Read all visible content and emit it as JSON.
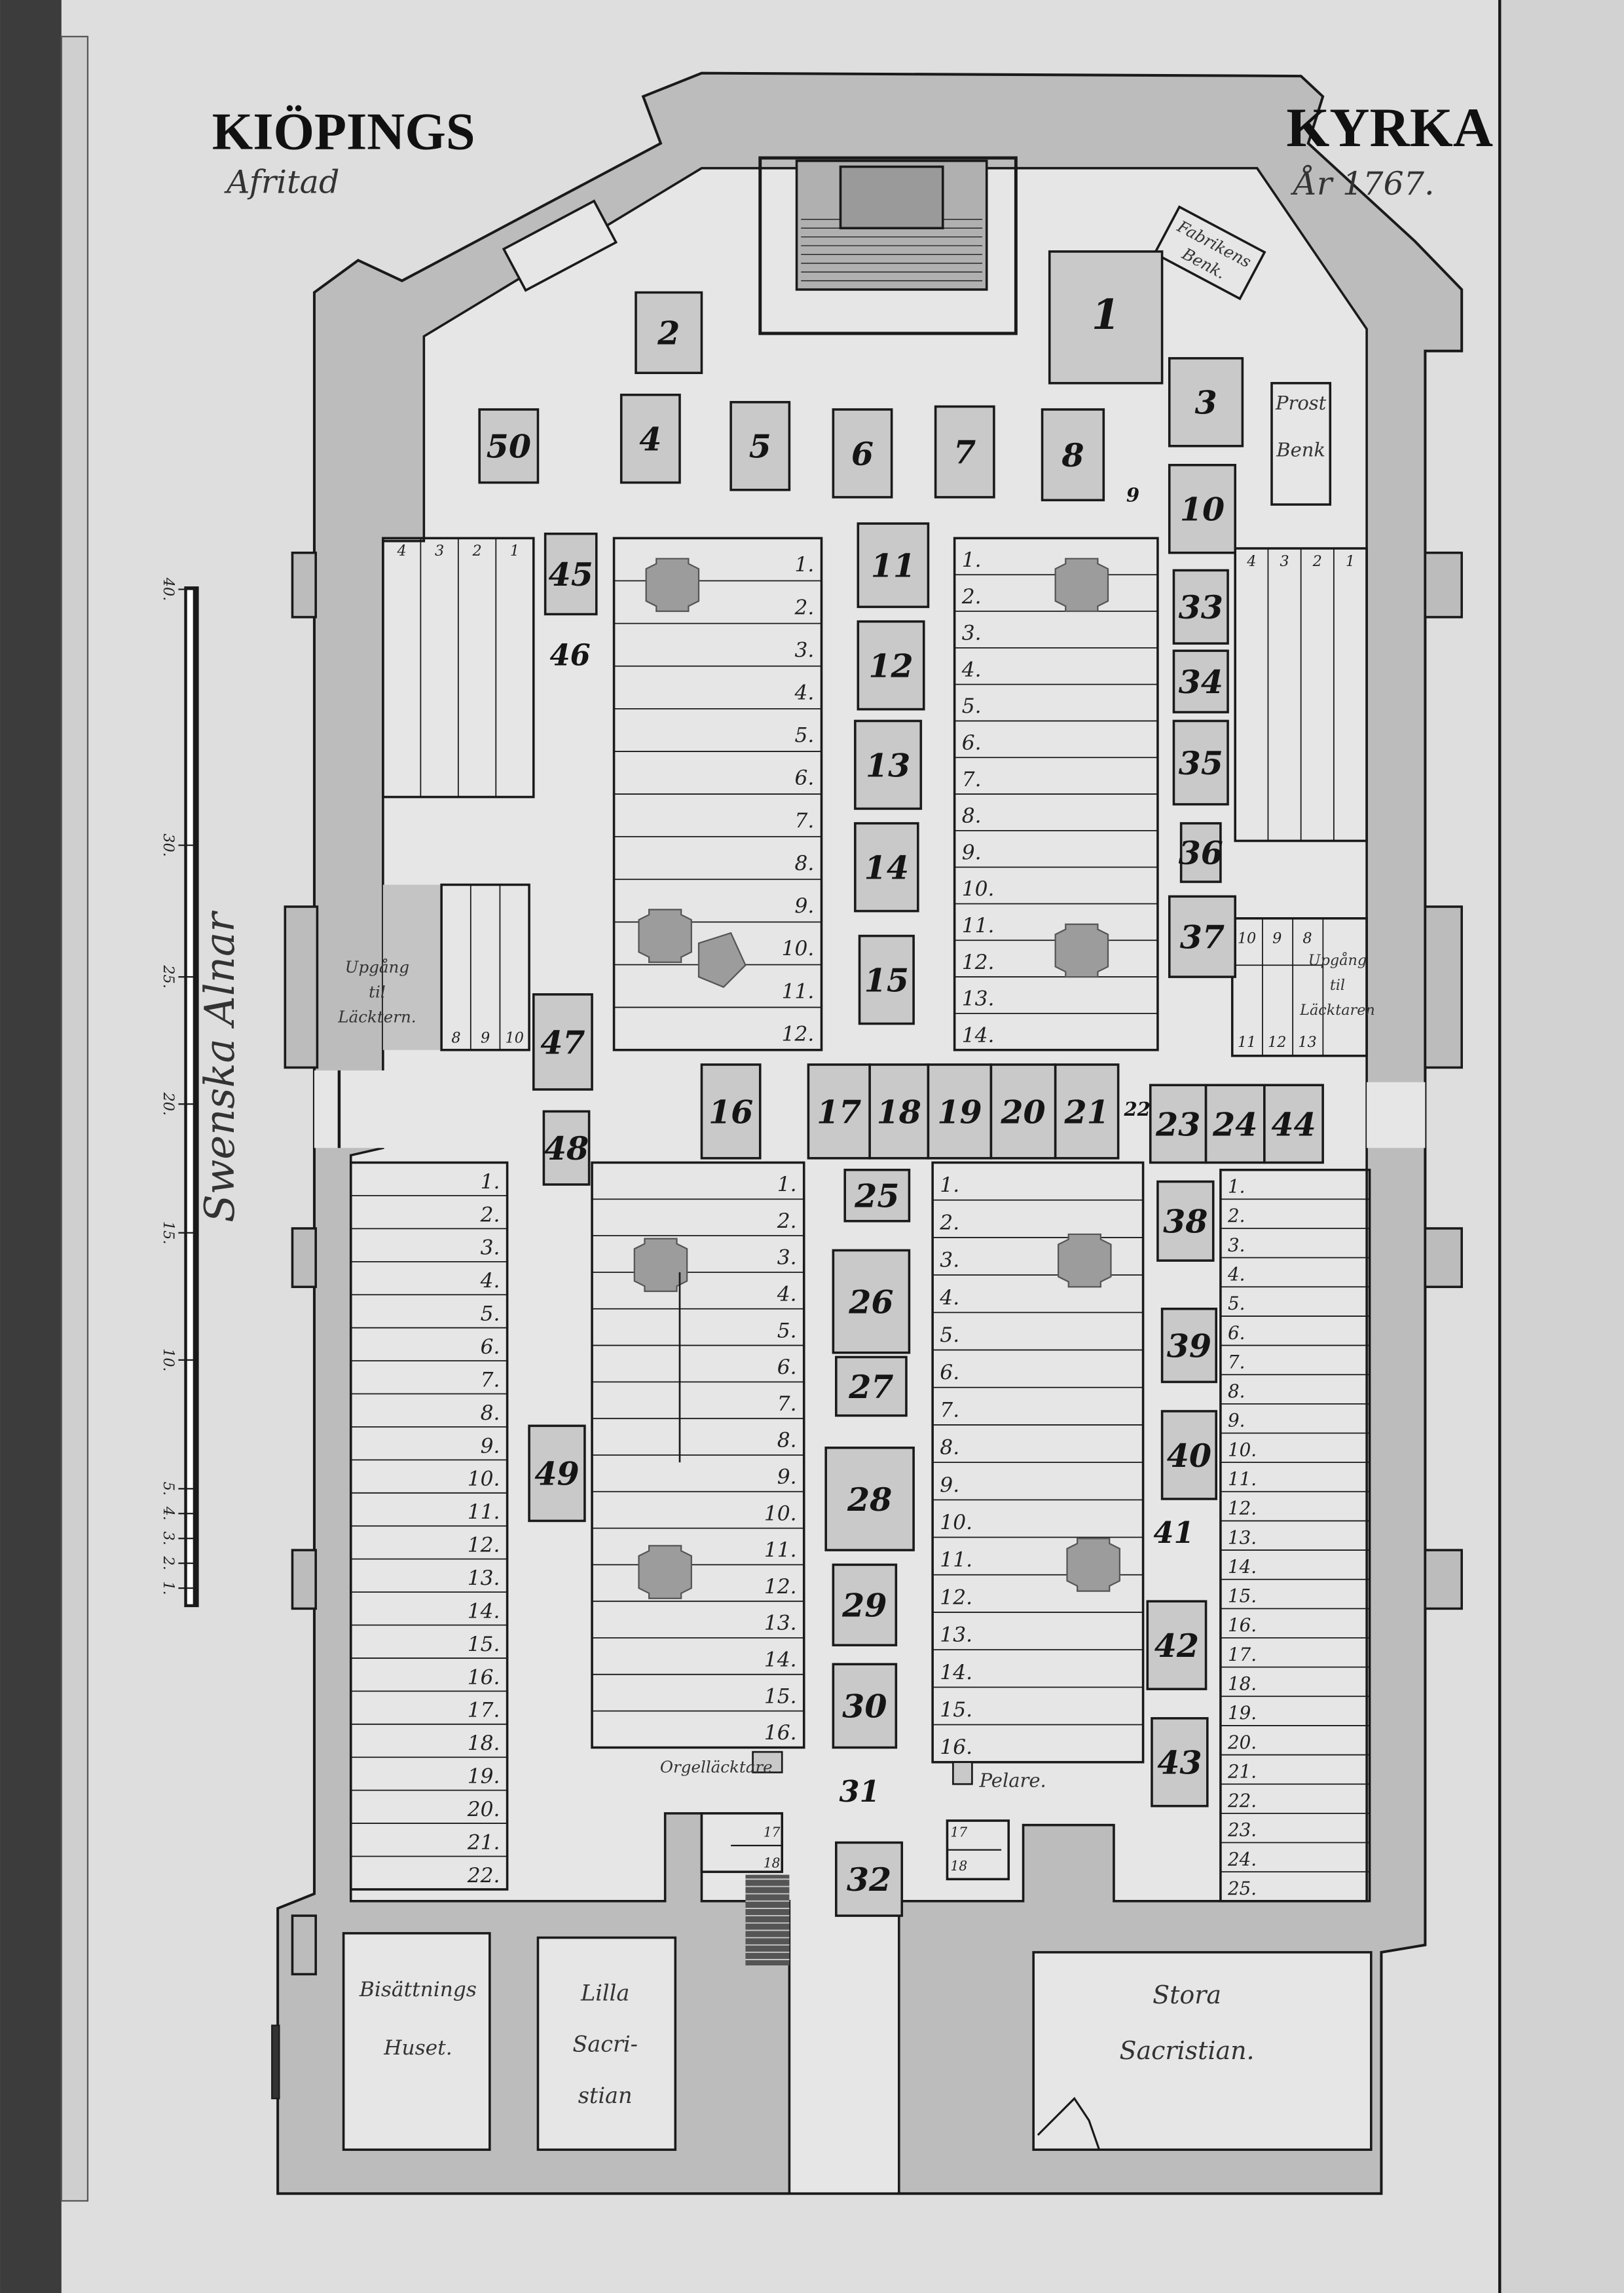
{
  "title": {
    "left": "KIÖPINGS",
    "left_sub": "Afritad",
    "right": "KYRKA",
    "right_sub": "År 1767."
  },
  "scale": {
    "label": "Swenska Alnar",
    "ticks": [
      "40.",
      "30.",
      "25.",
      "20.",
      "15.",
      "10.",
      "5.",
      "4.",
      "3.",
      "2.",
      "1."
    ]
  },
  "boxes": [
    "1",
    "2",
    "3",
    "4",
    "5",
    "6",
    "7",
    "8",
    "9",
    "10",
    "11",
    "12",
    "13",
    "14",
    "15",
    "16",
    "17",
    "18",
    "19",
    "20",
    "21",
    "22",
    "23",
    "24",
    "25",
    "26",
    "27",
    "28",
    "29",
    "30",
    "31",
    "32",
    "33",
    "34",
    "35",
    "36",
    "37",
    "38",
    "39",
    "40",
    "41",
    "42",
    "43",
    "44",
    "45",
    "46",
    "47",
    "48",
    "49",
    "50"
  ],
  "rooms": {
    "fabric_bench": "Fabrikens Benk.",
    "provost_bench": [
      "Prost",
      "Benk"
    ],
    "stair_left": [
      "Upgång",
      "til",
      "Läcktern."
    ],
    "stair_right": [
      "Upgång",
      "til",
      "Läcktaren"
    ],
    "organ_loft": "Orgelläcktare",
    "pillar": "Pelare.",
    "burial_house": [
      "Bisättnings",
      "Huset."
    ],
    "small_sacristy": [
      "Lilla",
      "Sacri-",
      "stian"
    ],
    "large_sacristy": [
      "Stora",
      "Sacristian."
    ]
  },
  "pew_rows": {
    "nave_upper_left": [
      "1.",
      "2.",
      "3.",
      "4.",
      "5.",
      "6.",
      "7.",
      "8.",
      "9.",
      "10.",
      "11.",
      "12."
    ],
    "nave_upper_right": [
      "1.",
      "2.",
      "3.",
      "4.",
      "5.",
      "6.",
      "7.",
      "8.",
      "9.",
      "10.",
      "11.",
      "12.",
      "13.",
      "14."
    ],
    "nave_lower_left": [
      "1.",
      "2.",
      "3.",
      "4.",
      "5.",
      "6.",
      "7.",
      "8.",
      "9.",
      "10.",
      "11.",
      "12.",
      "13.",
      "14.",
      "15.",
      "16."
    ],
    "nave_lower_right": [
      "1.",
      "2.",
      "3.",
      "4.",
      "5.",
      "6.",
      "7.",
      "8.",
      "9.",
      "10.",
      "11.",
      "12.",
      "13.",
      "14.",
      "15.",
      "16."
    ],
    "aisle_lower_left": [
      "1.",
      "2.",
      "3.",
      "4.",
      "5.",
      "6.",
      "7.",
      "8.",
      "9.",
      "10.",
      "11.",
      "12.",
      "13.",
      "14.",
      "15.",
      "16.",
      "17.",
      "18.",
      "19.",
      "20.",
      "21.",
      "22."
    ],
    "aisle_lower_right": [
      "1.",
      "2.",
      "3.",
      "4.",
      "5.",
      "6.",
      "7.",
      "8.",
      "9.",
      "10.",
      "11.",
      "12.",
      "13.",
      "14.",
      "15.",
      "16.",
      "17.",
      "18.",
      "19.",
      "20.",
      "21.",
      "22.",
      "23.",
      "24.",
      "25."
    ]
  },
  "gallery_cols": {
    "upper_left": [
      "1",
      "2",
      "3",
      "4"
    ],
    "upper_right": [
      "1",
      "2",
      "3",
      "4"
    ],
    "lower_left": [
      "10",
      "9",
      "8"
    ],
    "lower_right_top": [
      "10",
      "9",
      "8"
    ],
    "lower_right_bottom": [
      "11",
      "12",
      "13"
    ],
    "porch_left": [
      "17",
      "18"
    ],
    "porch_right": [
      "17",
      "18"
    ]
  },
  "colors": {
    "paper": "#dedede",
    "wall": "#bcbcbc",
    "floor": "#e6e6e6",
    "ink": "#1a1a1a",
    "box": "#c9c9c9",
    "pillar": "#9c9c9c"
  }
}
